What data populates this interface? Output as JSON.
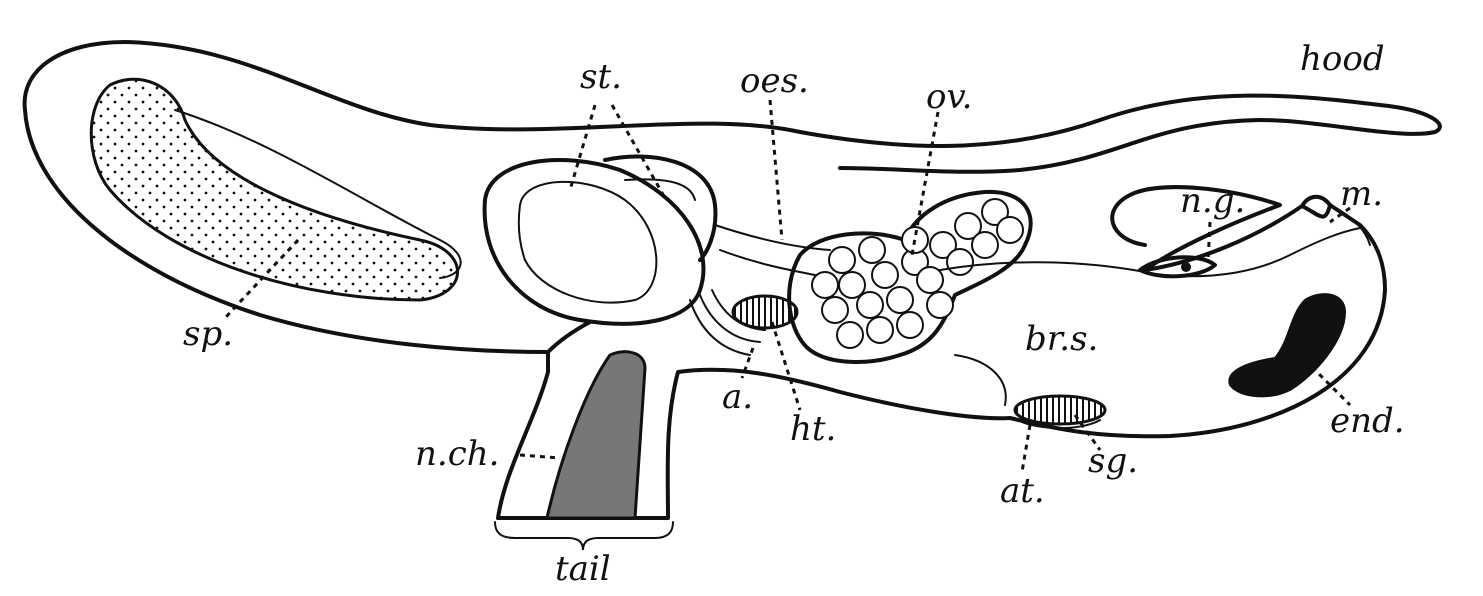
{
  "labels": {
    "hood": "hood",
    "st": "st.",
    "oes": "oes.",
    "ov": "ov.",
    "ng": "n.g.",
    "m": "m.",
    "sp": "sp.",
    "brs": "br.s.",
    "a": "a.",
    "ht": "ht.",
    "nch": "n.ch.",
    "end": "end.",
    "at": "at.",
    "sg": "sg.",
    "tail": "tail"
  }
}
